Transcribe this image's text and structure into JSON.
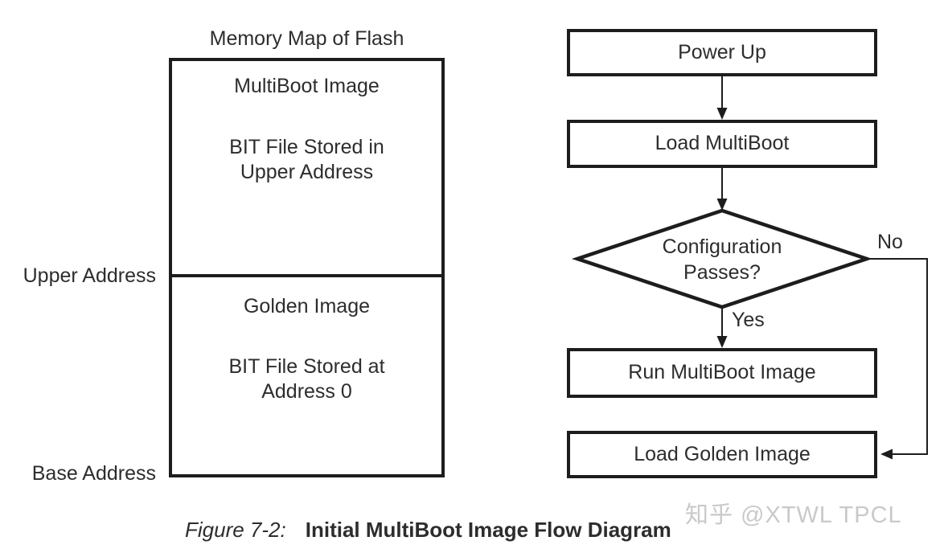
{
  "memory_map": {
    "title": "Memory Map of Flash",
    "upper_section": {
      "label": "MultiBoot Image",
      "description_line1": "BIT File Stored in",
      "description_line2": "Upper Address"
    },
    "lower_section": {
      "label": "Golden Image",
      "description_line1": "BIT File Stored at",
      "description_line2": "Address 0"
    },
    "upper_address_label": "Upper Address",
    "base_address_label": "Base Address"
  },
  "flowchart": {
    "nodes": [
      {
        "id": "power-up",
        "type": "process",
        "label": "Power Up"
      },
      {
        "id": "load-multiboot",
        "type": "process",
        "label": "Load MultiBoot"
      },
      {
        "id": "configuration-passes",
        "type": "decision",
        "label_line1": "Configuration",
        "label_line2": "Passes?"
      },
      {
        "id": "run-multiboot-image",
        "type": "process",
        "label": "Run MultiBoot Image"
      },
      {
        "id": "load-golden-image",
        "type": "process",
        "label": "Load Golden Image"
      }
    ],
    "edges": {
      "yes_label": "Yes",
      "no_label": "No"
    }
  },
  "caption": {
    "figure_number": "Figure 7-2:",
    "title": "Initial MultiBoot Image Flow Diagram"
  },
  "watermark": "知乎 @XTWL TPCL",
  "colors": {
    "line": "#1d1d1d",
    "text": "#2d2d2d",
    "watermark": "#c9c9c9",
    "background": "#ffffff"
  }
}
